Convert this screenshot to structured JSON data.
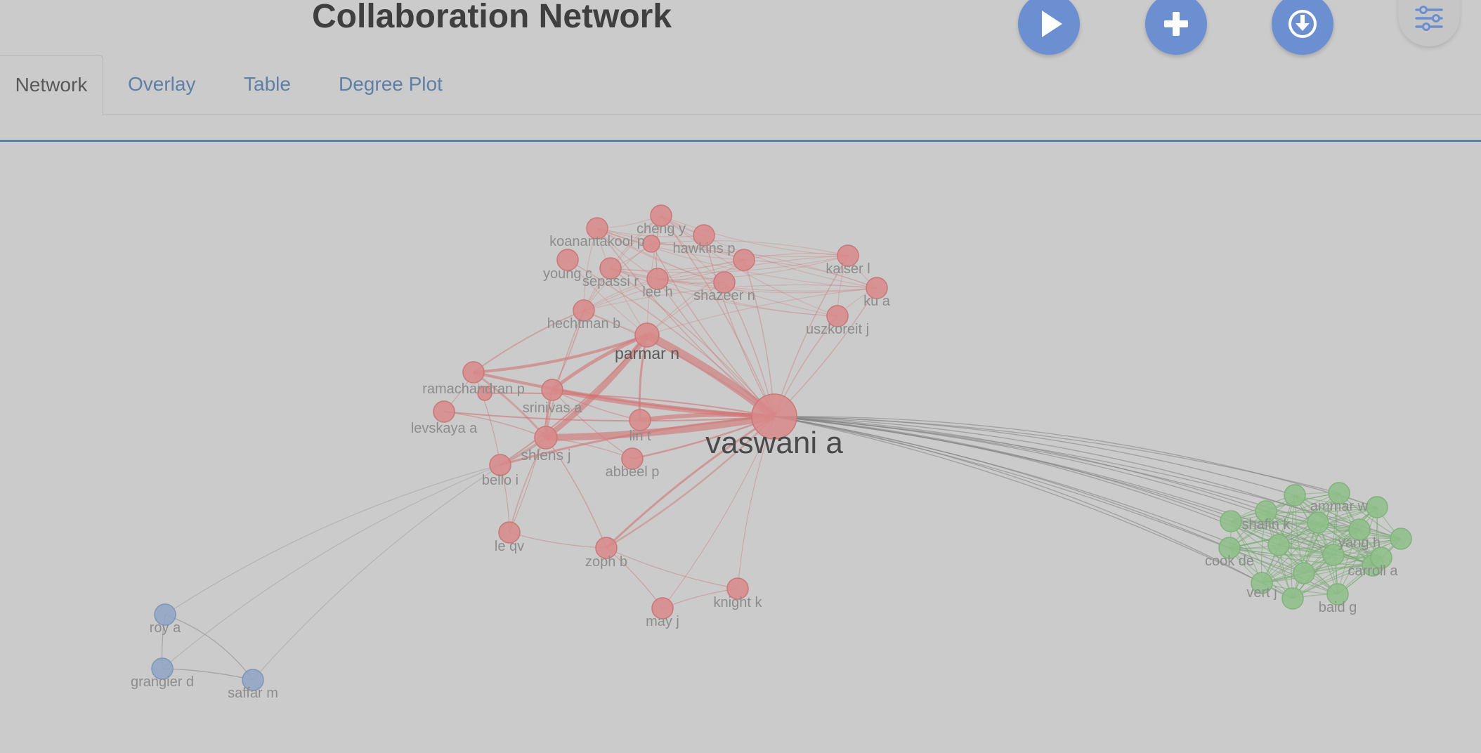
{
  "header": {
    "title": "Collaboration Network"
  },
  "toolbar": {
    "play_icon": "play-icon",
    "add_icon": "plus-icon",
    "download_icon": "download-icon",
    "settings_icon": "sliders-icon"
  },
  "tabs": [
    {
      "label": "Network",
      "active": true
    },
    {
      "label": "Overlay",
      "active": false
    },
    {
      "label": "Table",
      "active": false
    },
    {
      "label": "Degree Plot",
      "active": false
    }
  ],
  "colors": {
    "accent": "#6c8fd1",
    "cluster_red": "#d98a8a",
    "cluster_green": "#8fc08a",
    "cluster_blue": "#8fa4c6",
    "background": "#cbcbcb"
  },
  "network": {
    "clusters": [
      "red",
      "green",
      "blue"
    ],
    "nodes": [
      {
        "id": "vaswani",
        "label": "vaswani a",
        "cluster": "red"
      },
      {
        "id": "parmar",
        "label": "parmar n",
        "cluster": "red"
      },
      {
        "id": "shlens",
        "label": "shlens j",
        "cluster": "red"
      },
      {
        "id": "srinivas",
        "label": "srinivas a",
        "cluster": "red"
      },
      {
        "id": "lin",
        "label": "lin t",
        "cluster": "red"
      },
      {
        "id": "ramachandran",
        "label": "ramachandran p",
        "cluster": "red"
      },
      {
        "id": "levskaya",
        "label": "levskaya a",
        "cluster": "red"
      },
      {
        "id": "bello",
        "label": "bello i",
        "cluster": "red"
      },
      {
        "id": "abbeel",
        "label": "abbeel p",
        "cluster": "red"
      },
      {
        "id": "leqv",
        "label": "le qv",
        "cluster": "red"
      },
      {
        "id": "zoph",
        "label": "zoph b",
        "cluster": "red"
      },
      {
        "id": "may",
        "label": "may j",
        "cluster": "red"
      },
      {
        "id": "knight",
        "label": "knight k",
        "cluster": "red"
      },
      {
        "id": "hechtman",
        "label": "hechtman b",
        "cluster": "red"
      },
      {
        "id": "young",
        "label": "young c",
        "cluster": "red"
      },
      {
        "id": "koanantakool",
        "label": "koanantakool p",
        "cluster": "red"
      },
      {
        "id": "cheng",
        "label": "cheng y",
        "cluster": "red"
      },
      {
        "id": "hawkins",
        "label": "hawkins p",
        "cluster": "red"
      },
      {
        "id": "sepassi",
        "label": "sepassi r",
        "cluster": "red"
      },
      {
        "id": "lee",
        "label": "lee h",
        "cluster": "red"
      },
      {
        "id": "shazeer",
        "label": "shazeer n",
        "cluster": "red"
      },
      {
        "id": "kaiser",
        "label": "kaiser l",
        "cluster": "red"
      },
      {
        "id": "ku",
        "label": "ku a",
        "cluster": "red"
      },
      {
        "id": "uszkoreit",
        "label": "uszkoreit j",
        "cluster": "red"
      },
      {
        "id": "red_a",
        "label": "",
        "cluster": "red"
      },
      {
        "id": "red_b",
        "label": "",
        "cluster": "red"
      },
      {
        "id": "red_c",
        "label": "",
        "cluster": "red"
      },
      {
        "id": "roy",
        "label": "roy a",
        "cluster": "blue"
      },
      {
        "id": "grangier",
        "label": "grangier d",
        "cluster": "blue"
      },
      {
        "id": "saffar",
        "label": "saffar m",
        "cluster": "blue"
      },
      {
        "id": "ammar",
        "label": "ammar w",
        "cluster": "green"
      },
      {
        "id": "shafin",
        "label": "shafin k",
        "cluster": "green"
      },
      {
        "id": "yang",
        "label": "yang h",
        "cluster": "green"
      },
      {
        "id": "cook",
        "label": "cook de",
        "cluster": "green"
      },
      {
        "id": "carroll",
        "label": "carroll a",
        "cluster": "green"
      },
      {
        "id": "vert",
        "label": "vert j",
        "cluster": "green"
      },
      {
        "id": "baid",
        "label": "baid g",
        "cluster": "green"
      },
      {
        "id": "g1",
        "label": "",
        "cluster": "green"
      },
      {
        "id": "g2",
        "label": "",
        "cluster": "green"
      },
      {
        "id": "g3",
        "label": "",
        "cluster": "green"
      },
      {
        "id": "g4",
        "label": "",
        "cluster": "green"
      },
      {
        "id": "g5",
        "label": "",
        "cluster": "green"
      },
      {
        "id": "g6",
        "label": "",
        "cluster": "green"
      },
      {
        "id": "g7",
        "label": "",
        "cluster": "green"
      },
      {
        "id": "g8",
        "label": "",
        "cluster": "green"
      },
      {
        "id": "g9",
        "label": "",
        "cluster": "green"
      },
      {
        "id": "g10",
        "label": "",
        "cluster": "green"
      }
    ]
  }
}
